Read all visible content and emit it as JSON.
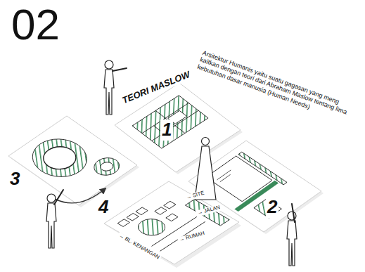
{
  "diagram": {
    "title": "02",
    "labels": [
      "TEORI MASLOW",
      "Arsitektur Humanis yaitu suatu gagasan yang meng kaitkan dengan teori dari Abraham Maslow tentang lima kebutuhan dasar manusia (Human Needs)",
      "1",
      "2",
      "3",
      "4",
      "→ SITE",
      "→ JALAN",
      "→ RUMAH",
      "→ BL. KENANGAN"
    ]
  }
}
